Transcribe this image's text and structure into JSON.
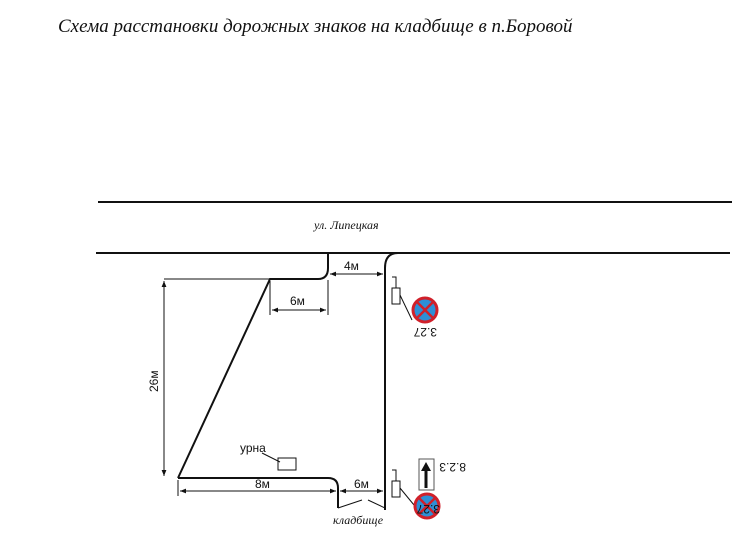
{
  "title": "Схема расстановки дорожных знаков на кладбище в п.Боровой",
  "street_label": "ул. Липецкая",
  "cemetery_label": "кладбище",
  "urn_label": "урна",
  "dimensions": {
    "gap_top": "4м",
    "top_width": "6м",
    "height": "26м",
    "bottom_width": "8м",
    "gap_bottom": "6м"
  },
  "signs": [
    {
      "code": "3.27",
      "name": "no-stopping"
    },
    {
      "code": "3.27",
      "name": "no-stopping"
    },
    {
      "code": "8.2.3",
      "name": "zone-of-action"
    }
  ],
  "colors": {
    "sign_red": "#d0202a",
    "sign_blue": "#2e8fd6",
    "line": "#111111"
  }
}
